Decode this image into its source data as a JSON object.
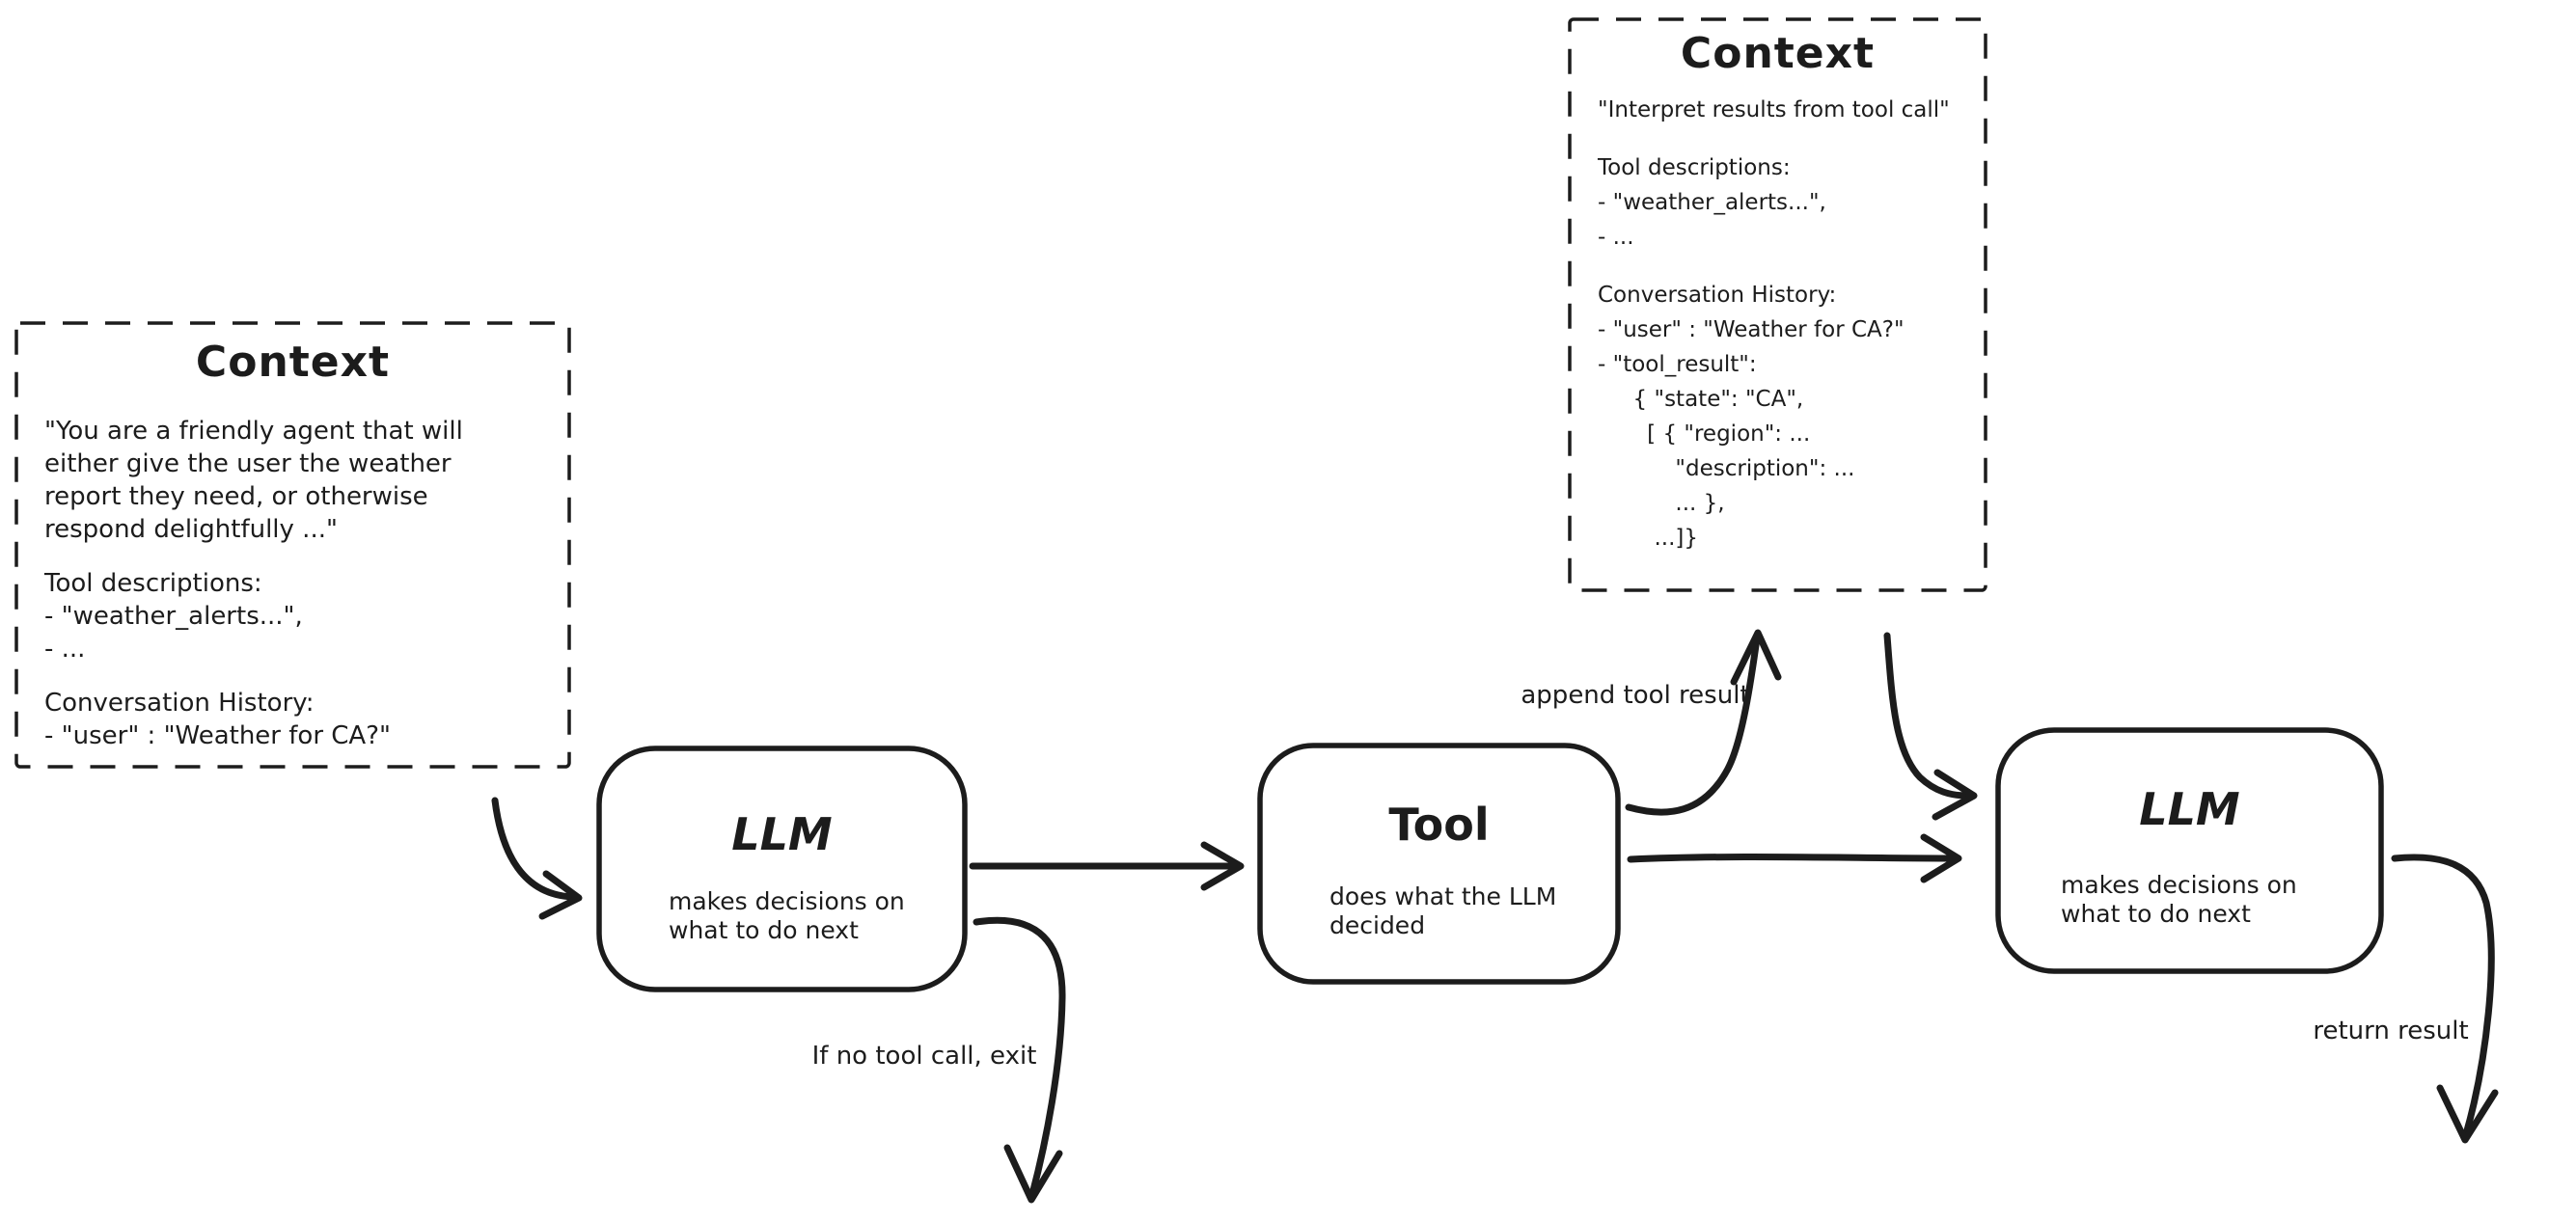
{
  "canvas": {
    "background_color": "#ffffff",
    "ink_color": "#1c1c1c"
  },
  "boxes": {
    "context_left": {
      "title": "Context",
      "lines": [
        "\"You are a friendly agent that will",
        "either give the user the weather",
        "report they need, or otherwise",
        "respond delightfully ...\"",
        "",
        "Tool descriptions:",
        "- \"weather_alerts...\",",
        "- ...",
        "",
        "Conversation History:",
        "- \"user\" : \"Weather for CA?\""
      ]
    },
    "context_top": {
      "title": "Context",
      "lines": [
        "\"Interpret results from tool call\"",
        "",
        "Tool descriptions:",
        "- \"weather_alerts...\",",
        "- ...",
        "",
        "Conversation History:",
        "- \"user\" : \"Weather for CA?\"",
        "- \"tool_result\":",
        "     { \"state\": \"CA\",",
        "       [ { \"region\": ...",
        "           \"description\": ...",
        "           ... },",
        "        ...]}"
      ]
    },
    "llm_first": {
      "title": "LLM",
      "subtitle_lines": [
        "makes decisions on",
        "what to do next"
      ]
    },
    "tool": {
      "title": "Tool",
      "subtitle_lines": [
        "does what the LLM",
        "decided"
      ]
    },
    "llm_second": {
      "title": "LLM",
      "subtitle_lines": [
        "makes decisions on",
        "what to do next"
      ]
    }
  },
  "arrow_labels": {
    "append_tool_result": "append tool result",
    "if_no_tool_call_exit": "If no tool call, exit",
    "return_result": "return result"
  }
}
